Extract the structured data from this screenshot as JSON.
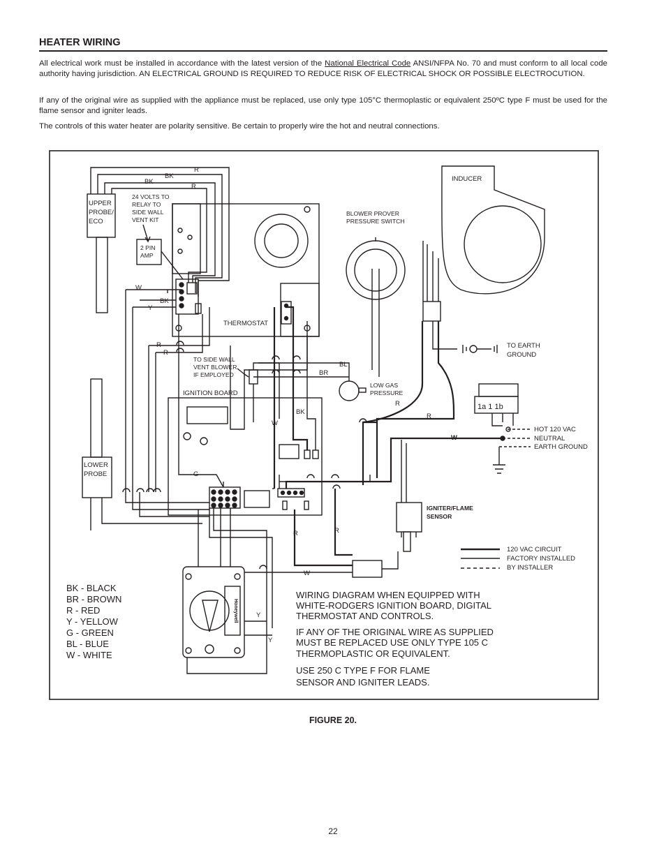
{
  "header": {
    "title": "HEATER WIRING"
  },
  "paragraphs": {
    "p1_before": "All electrical work must be installed in accordance with the latest version of the ",
    "p1_link": "National Electrical Code",
    "p1_after": " ANSI/NFPA No. 70 and must conform to all local code authority having jurisdiction.  AN ELECTRICAL GROUND IS REQUIRED TO REDUCE RISK OF ELECTRICAL SHOCK OR POSSIBLE ELECTROCUTION.",
    "p2": "If any of the original wire as supplied with the appliance must be replaced, use only type 105°C thermoplastic or equivalent 250ºC type F must be used for the flame sensor and igniter leads.",
    "p3": "The controls of this water heater are polarity sensitive. Be certain to properly wire the hot and neutral connections."
  },
  "diagram": {
    "components": {
      "upper_probe": [
        "UPPER",
        "PROBE/",
        "ECO"
      ],
      "relay": [
        "24 VOLTS TO",
        "RELAY TO",
        "SIDE WALL",
        "VENT KIT"
      ],
      "amp": [
        "2 PIN",
        "AMP"
      ],
      "thermostat": "THERMOSTAT",
      "blower_prover": [
        "BLOWER PROVER",
        "PRESSURE SWITCH"
      ],
      "inducer": "INDUCER",
      "earth_ground": [
        "TO EARTH",
        "GROUND"
      ],
      "side_wall": [
        "TO SIDE WALL",
        "VENT BLOWER",
        "IF EMPLOYED"
      ],
      "ignition_board": "IGNITION BOARD",
      "low_gas": [
        "LOW GAS",
        "PRESSURE"
      ],
      "switch_terms": "1a 1 1b",
      "lower_probe": [
        "LOWER",
        "PROBE"
      ],
      "igniter": [
        "IGNITER/FLAME",
        "SENSOR"
      ],
      "gas_valve_brand": "Honeywell"
    },
    "wire_labels": {
      "r": "R",
      "bk": "BK",
      "w": "W",
      "y": "Y",
      "g": "G",
      "bl": "BL",
      "br": "BR"
    },
    "power_labels": [
      "HOT 120 VAC",
      "NEUTRAL",
      "EARTH GROUND"
    ],
    "circuit_key": [
      "120 VAC CIRCUIT",
      "FACTORY INSTALLED",
      "BY INSTALLER"
    ],
    "color_legend": [
      "BK - BLACK",
      "BR - BROWN",
      "R - RED",
      "Y - YELLOW",
      "G - GREEN",
      "BL - BLUE",
      "W - WHITE"
    ],
    "notes": [
      "WIRING DIAGRAM WHEN EQUIPPED WITH",
      "WHITE-RODGERS IGNITION BOARD, DIGITAL",
      "THERMOSTAT AND CONTROLS.",
      "IF ANY OF THE ORIGINAL WIRE AS SUPPLIED",
      "MUST BE REPLACED USE ONLY TYPE 105 C",
      "THERMOPLASTIC OR EQUIVALENT.",
      "USE 250 C TYPE F FOR FLAME",
      "SENSOR AND IGNITER LEADS."
    ]
  },
  "caption": "FIGURE 20.",
  "page_number": "22"
}
